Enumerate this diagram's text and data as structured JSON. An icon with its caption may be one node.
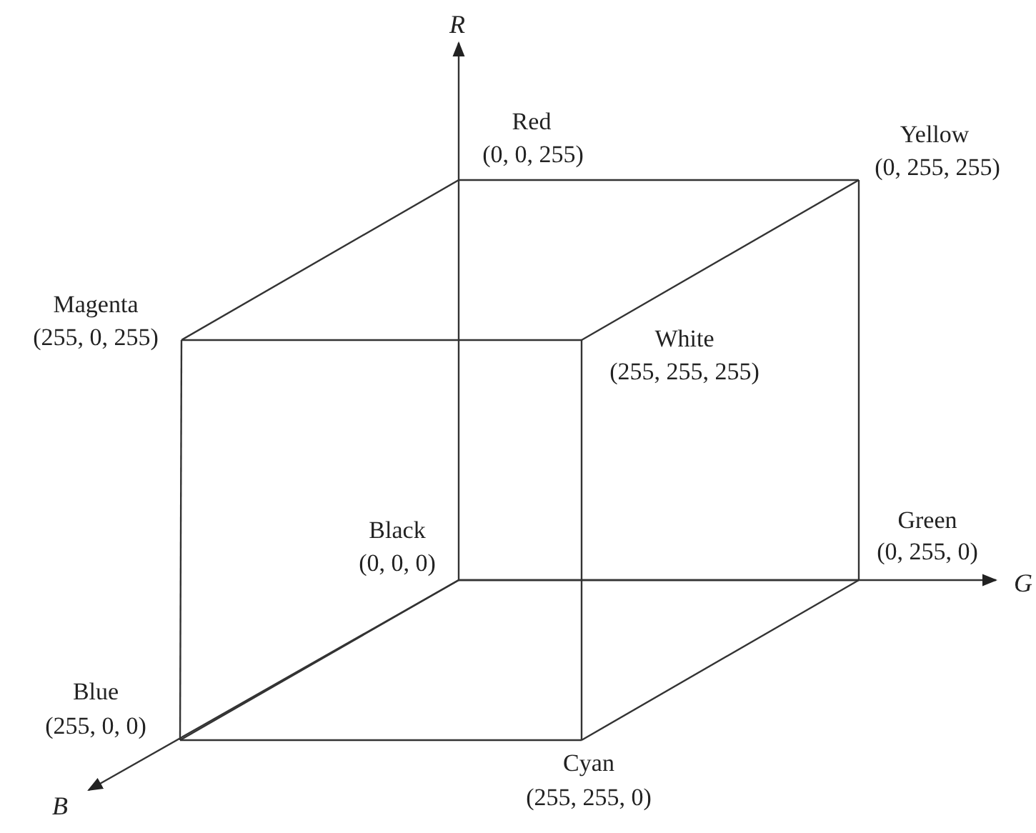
{
  "diagram": {
    "labels": [
      "R",
      "Red",
      "(0, 0, 255)",
      "Yellow",
      "(0, 255, 255)",
      "Magenta",
      "(255, 0, 255)",
      "White",
      "(255, 255, 255)",
      "Black",
      "(0, 0, 0)",
      "Green",
      "(0, 255, 0)",
      "G",
      "Blue",
      "(255, 0, 0)",
      "Cyan",
      "(255, 255, 0)",
      "B"
    ]
  }
}
